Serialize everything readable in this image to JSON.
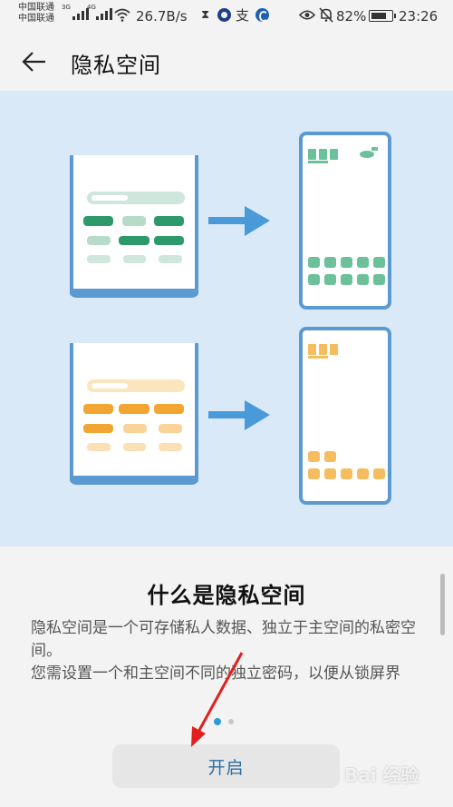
{
  "status_bar": {
    "carrier_1": "中国联通",
    "carrier_2": "中国联通",
    "net_badge_1": "3G",
    "net_badge_2": "4G",
    "speed": "26.7B/s",
    "battery": "82%",
    "time": "23:26",
    "battery_level": 0.82,
    "icons": [
      "signal-icon",
      "wifi-icon",
      "hourglass-icon",
      "app-icon",
      "alipay-icon",
      "app-icon",
      "eye-icon",
      "mute-icon",
      "battery-icon"
    ]
  },
  "header": {
    "back_icon": "arrow-left-icon",
    "title": "隐私空间"
  },
  "content": {
    "heading": "什么是隐私空间",
    "paragraph_1": "隐私空间是一个可存储私人数据、独立于主空间的私密空间。",
    "paragraph_2": "您需设置一个和主空间不同的独立密码，以便从锁屏界",
    "page_indicator": {
      "current": 1,
      "total": 2
    },
    "open_button": "开启"
  },
  "watermark": "Bai 经验",
  "colors": {
    "illustration_bg": "#d9e9f7",
    "green": "#2e9a6b",
    "orange": "#f2a531",
    "blue_frame": "#5b9ad0",
    "arrow_blue": "#4a9ad9",
    "button_text": "#2b6fa3",
    "indicator_active": "#2b9cd8",
    "annotation_arrow": "#e21f1f"
  }
}
